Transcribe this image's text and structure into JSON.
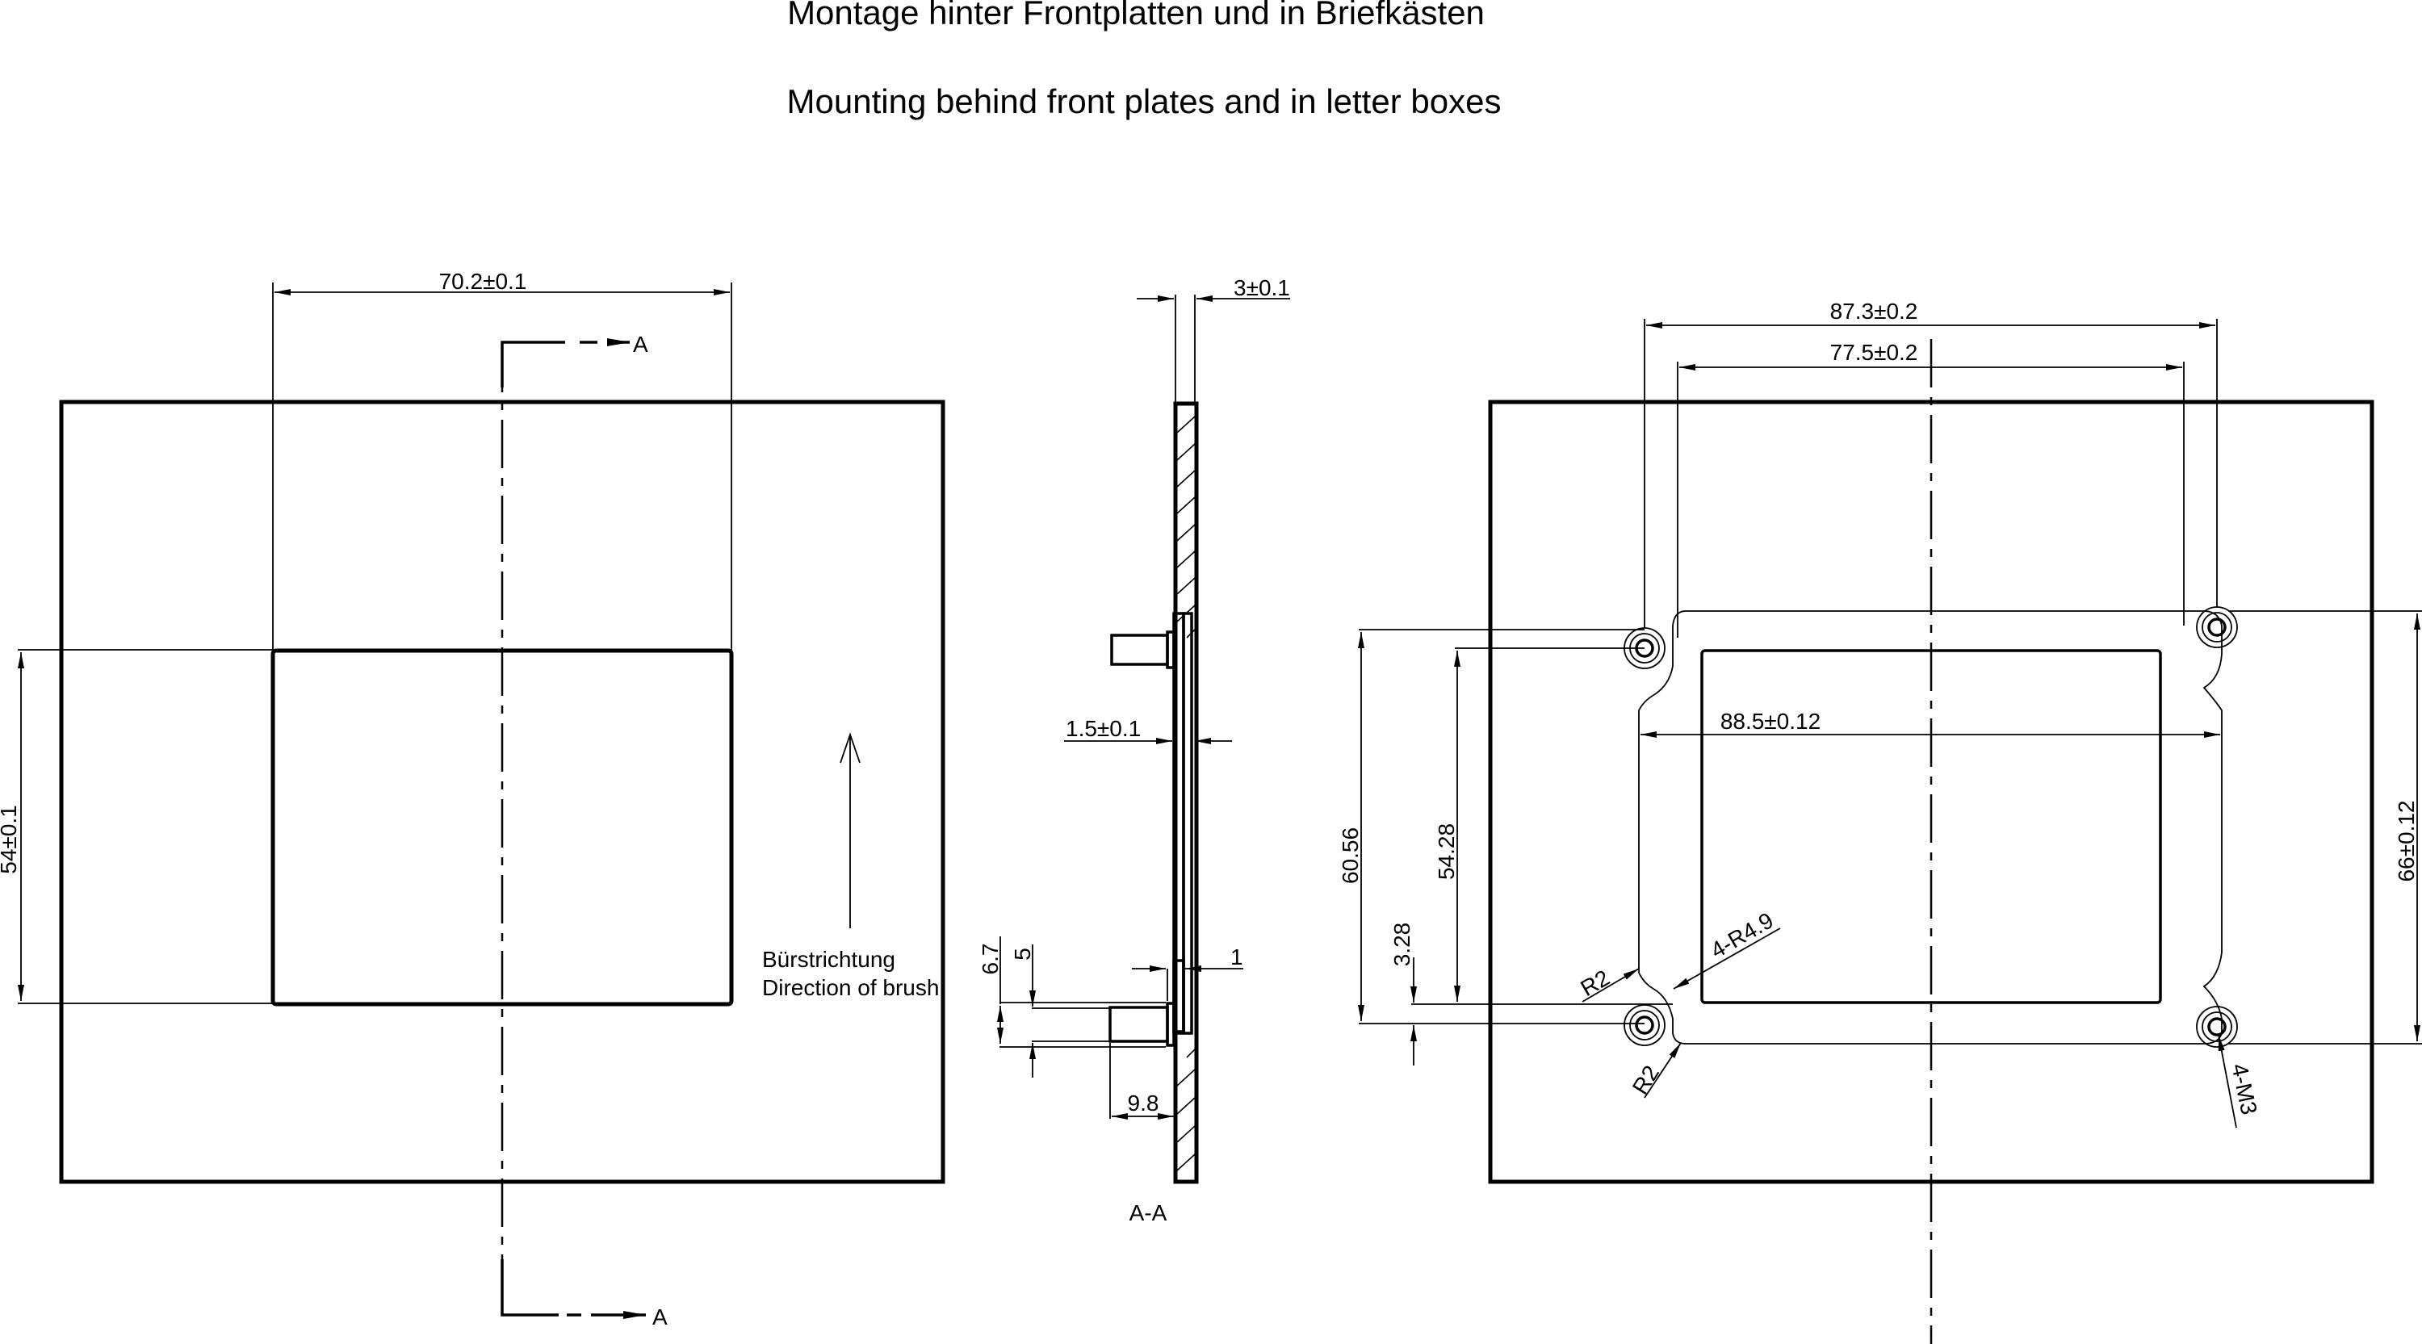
{
  "titles": {
    "german": "Montage hinter Frontplatten und in Briefkästen",
    "english": "Mounting behind front plates and in letter boxes"
  },
  "front_view": {
    "dim_width": "70.2±0.1",
    "dim_height": "54±0.1",
    "section_marker_top": "A",
    "section_marker_bottom": "A",
    "brush_label_de": "Bürstrichtung",
    "brush_label_en": "Direction of brush"
  },
  "section_view": {
    "label": "A-A",
    "dim_plate_thickness": "3±0.1",
    "dim_pcb_thickness": "1.5±0.1",
    "dim_offset": "1",
    "dim_standoff_flange": "6.7",
    "dim_standoff_diameter": "5",
    "dim_standoff_length": "9.8"
  },
  "back_view": {
    "dim_outer_hole_spacing": "87.3±0.2",
    "dim_inner_hole_spacing": "77.5±0.2",
    "dim_pcb_width": "88.5±0.12",
    "dim_hole_vertical": "60.56",
    "dim_inner_vertical": "54.28",
    "dim_small_offset": "3.28",
    "dim_total_vertical": "66±0.12",
    "radius_corner_1": "R2",
    "radius_corner_2": "R2",
    "radius_notch": "4-R4.9",
    "thread_callout": "4-M3"
  }
}
